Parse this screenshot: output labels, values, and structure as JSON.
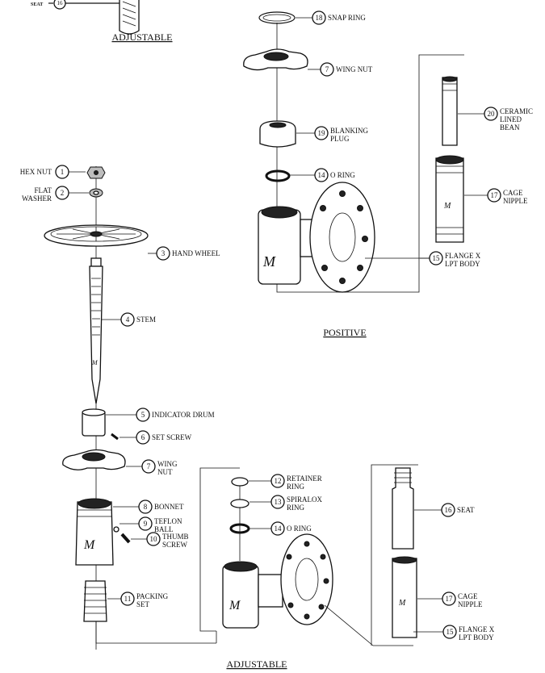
{
  "titles": {
    "top_adjustable": "ADJUSTABLE",
    "positive": "POSITIVE",
    "bottom_adjustable": "ADJUSTABLE"
  },
  "corner_callout": {
    "number": "16",
    "label": "SEAT"
  },
  "callouts": [
    {
      "id": "c1",
      "number": "1",
      "lines": [
        "HEX NUT"
      ],
      "label_side": "left"
    },
    {
      "id": "c2",
      "number": "2",
      "lines": [
        "FLAT",
        "WASHER"
      ],
      "label_side": "left"
    },
    {
      "id": "c3",
      "number": "3",
      "lines": [
        "HAND WHEEL"
      ]
    },
    {
      "id": "c4",
      "number": "4",
      "lines": [
        "STEM"
      ]
    },
    {
      "id": "c5",
      "number": "5",
      "lines": [
        "INDICATOR DRUM"
      ]
    },
    {
      "id": "c6",
      "number": "6",
      "lines": [
        "SET SCREW"
      ]
    },
    {
      "id": "c7a",
      "number": "7",
      "lines": [
        "WING",
        "NUT"
      ]
    },
    {
      "id": "c8",
      "number": "8",
      "lines": [
        "BONNET"
      ]
    },
    {
      "id": "c9",
      "number": "9",
      "lines": [
        "TEFLON",
        "BALL"
      ]
    },
    {
      "id": "c10",
      "number": "10",
      "lines": [
        "THUMB",
        "SCREW"
      ]
    },
    {
      "id": "c11",
      "number": "11",
      "lines": [
        "PACKING",
        "SET"
      ]
    },
    {
      "id": "c12",
      "number": "12",
      "lines": [
        "RETAINER",
        "RING"
      ]
    },
    {
      "id": "c13",
      "number": "13",
      "lines": [
        "SPIRALOX",
        "RING"
      ]
    },
    {
      "id": "c14b",
      "number": "14",
      "lines": [
        "O RING"
      ]
    },
    {
      "id": "c16",
      "number": "16",
      "lines": [
        "SEAT"
      ]
    },
    {
      "id": "c17b",
      "number": "17",
      "lines": [
        "CAGE",
        "NIPPLE"
      ]
    },
    {
      "id": "c15b",
      "number": "15",
      "lines": [
        "FLANGE X",
        "LPT BODY"
      ]
    },
    {
      "id": "c18",
      "number": "18",
      "lines": [
        "SNAP RING"
      ]
    },
    {
      "id": "c7b",
      "number": "7",
      "lines": [
        "WING NUT"
      ]
    },
    {
      "id": "c19",
      "number": "19",
      "lines": [
        "BLANKING",
        "PLUG"
      ]
    },
    {
      "id": "c14a",
      "number": "14",
      "lines": [
        "O RING"
      ]
    },
    {
      "id": "c20",
      "number": "20",
      "lines": [
        "CERAMIC",
        "LINED",
        "BEAN"
      ]
    },
    {
      "id": "c17a",
      "number": "17",
      "lines": [
        "CAGE",
        "NIPPLE"
      ]
    },
    {
      "id": "c15a",
      "number": "15",
      "lines": [
        "FLANGE X",
        "LPT BODY"
      ]
    }
  ]
}
